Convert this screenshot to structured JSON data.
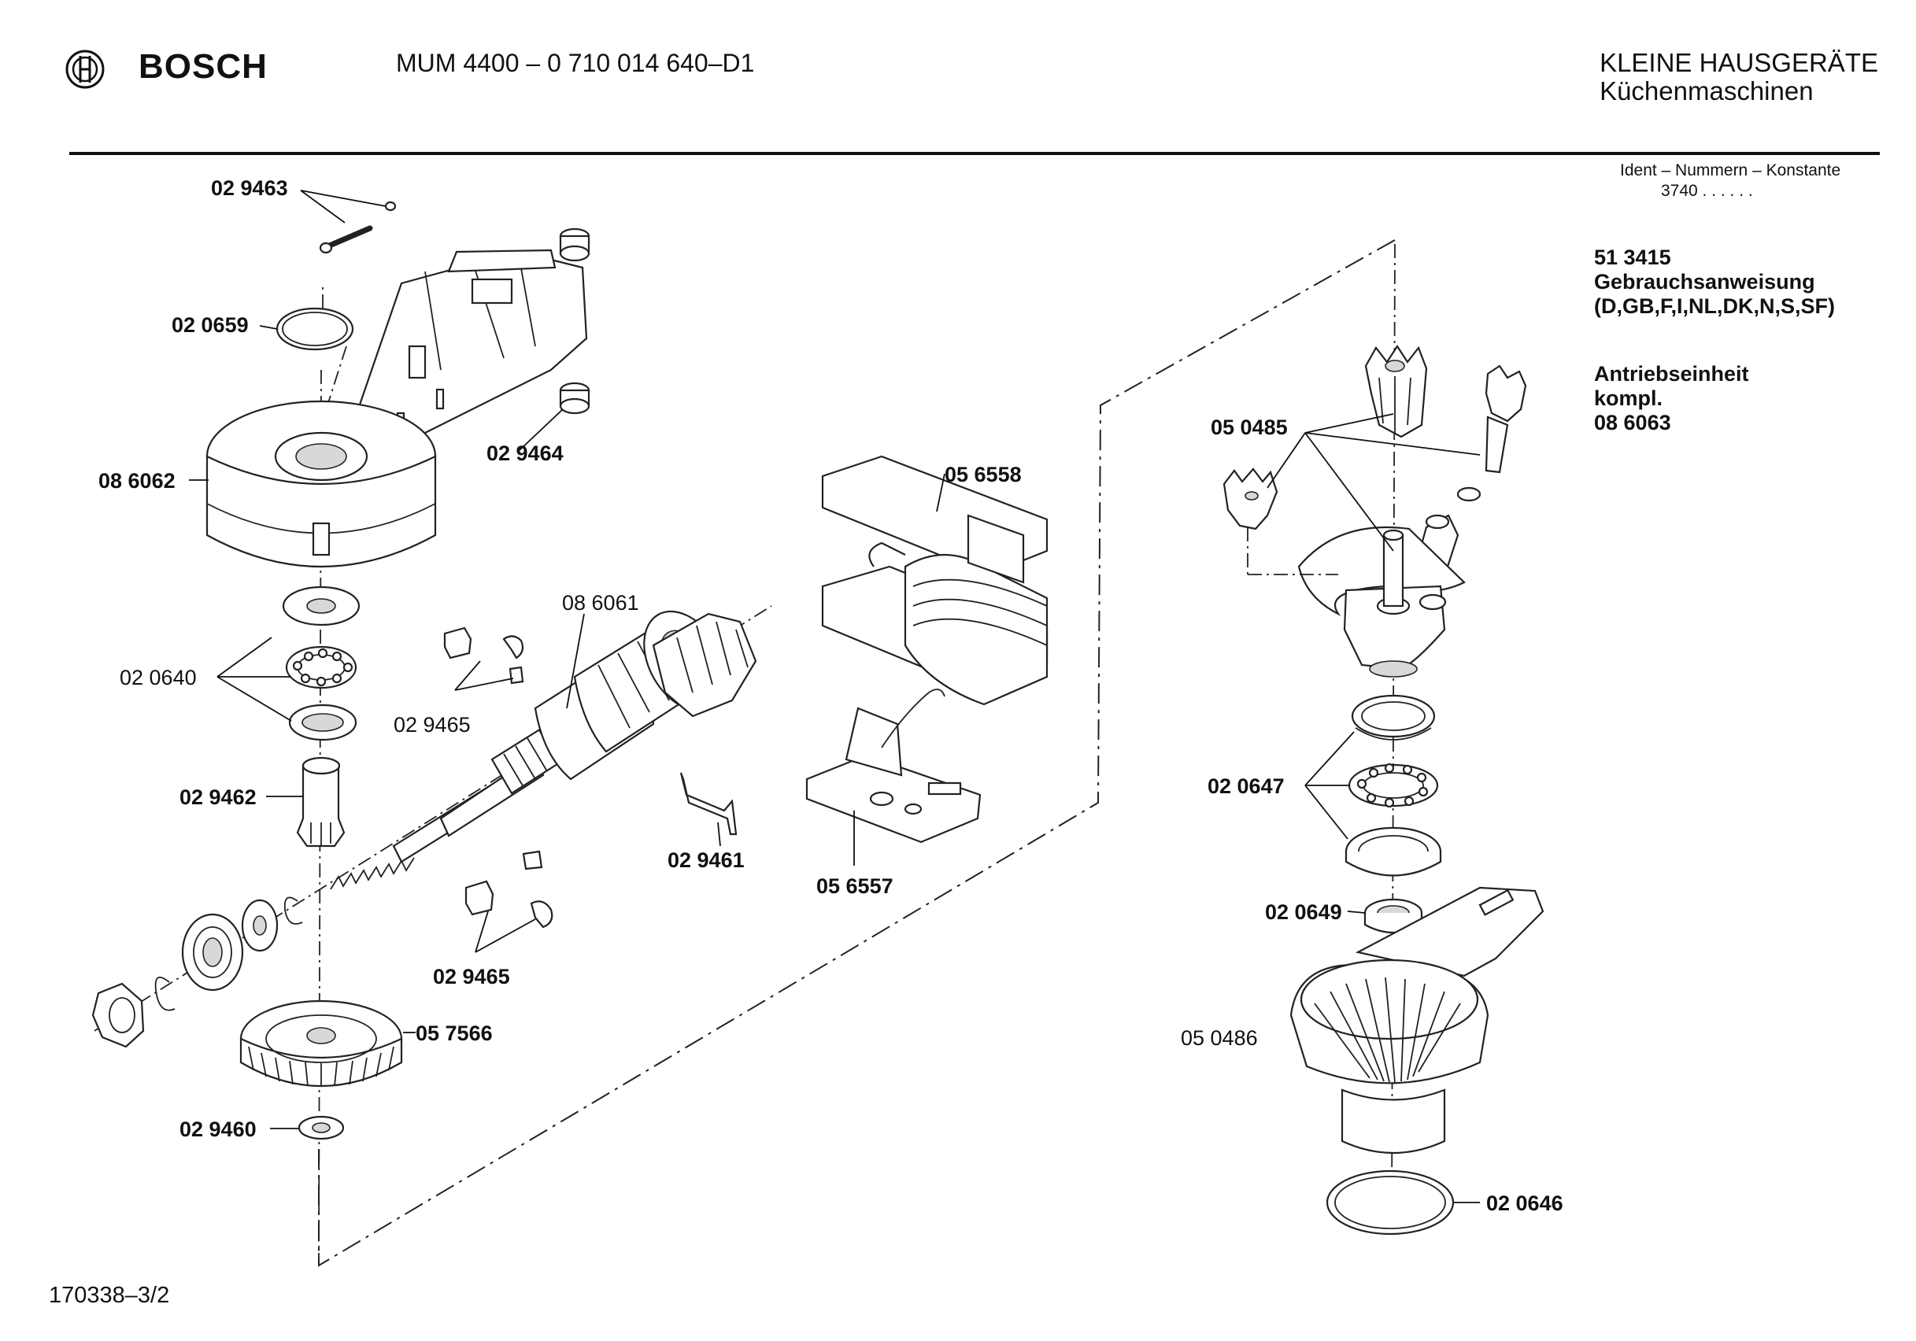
{
  "header": {
    "brand": "BOSCH",
    "model": "MUM 4400 – 0 710 014 640–D1",
    "category_line1": "KLEINE HAUSGERÄTE",
    "category_line2": "Küchenmaschinen"
  },
  "ident": {
    "title": "Ident – Nummern – Konstante",
    "value": "3740  . .   . . . ."
  },
  "info": {
    "manual_number": "51 3415",
    "manual_title": "Gebrauchsanweisung",
    "manual_languages": "(D,GB,F,I,NL,DK,N,S,SF)",
    "drive_title": "Antriebseinheit",
    "drive_sub": "kompl.",
    "drive_number": "08 6063"
  },
  "parts": {
    "p_029463": "02 9463",
    "p_020659": "02 0659",
    "p_086062": "08 6062",
    "p_029464": "02 9464",
    "p_020640": "02 0640",
    "p_029462": "02 9462",
    "p_029465_top": "02 9465",
    "p_086061": "08 6061",
    "p_029461": "02 9461",
    "p_029465_bottom": "02 9465",
    "p_057566": "05 7566",
    "p_029460": "02 9460",
    "p_056558": "05 6558",
    "p_056557": "05 6557",
    "p_050485": "05 0485",
    "p_020647": "02 0647",
    "p_020649": "02 0649",
    "p_050486": "05 0486",
    "p_020646": "02 0646"
  },
  "footer": {
    "drawing_number": "170338–3/2"
  }
}
